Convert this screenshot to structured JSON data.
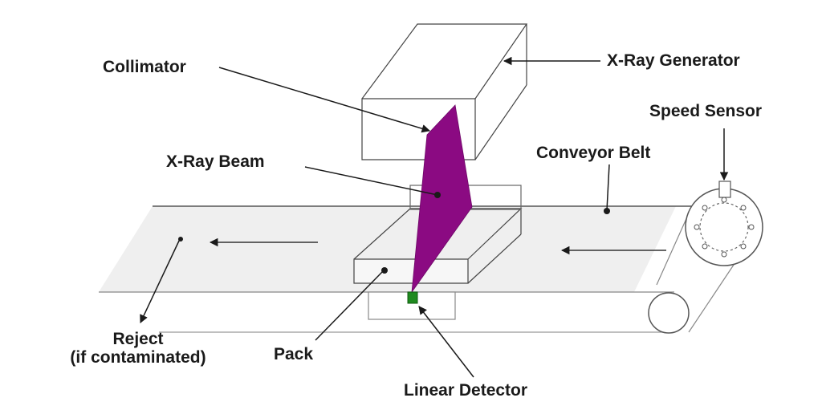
{
  "labels": {
    "collimator": "Collimator",
    "xray_generator": "X-Ray Generator",
    "speed_sensor": "Speed Sensor",
    "conveyor_belt": "Conveyor Belt",
    "xray_beam": "X-Ray Beam",
    "reject_line1": "Reject",
    "reject_line2": "(if contaminated)",
    "pack": "Pack",
    "linear_detector": "Linear Detector"
  },
  "colors": {
    "beam": "#8b0a82",
    "detector": "#1f8a1f",
    "belt_fill": "#efefef",
    "line": "#555555"
  }
}
